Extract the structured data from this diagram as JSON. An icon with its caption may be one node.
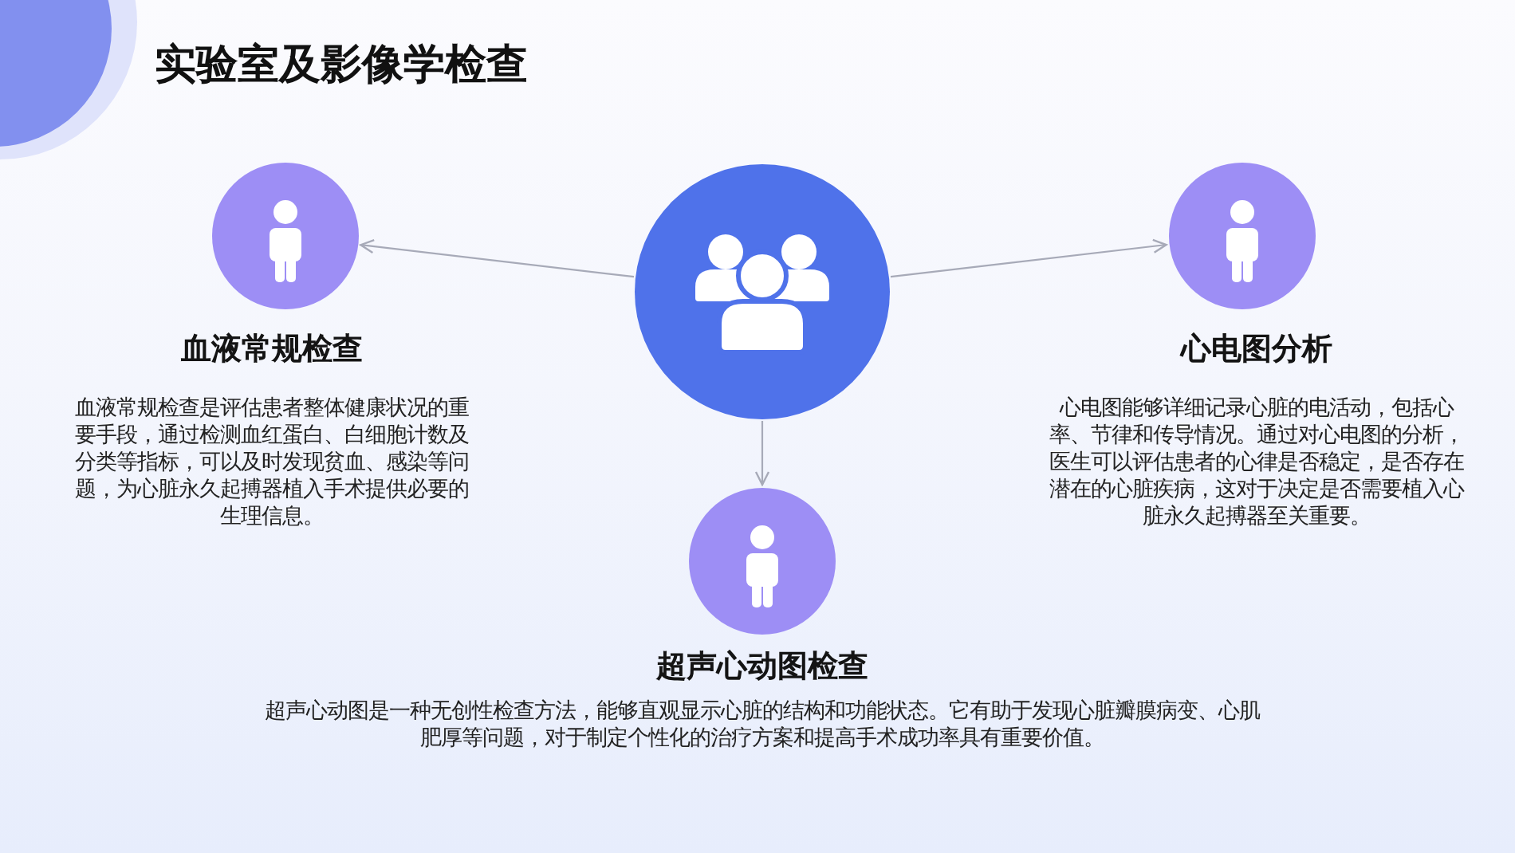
{
  "diagram": {
    "title": "实验室及影像学检查",
    "nodes": [
      {
        "text": [
          "血液常规检查",
          "血液常规检查是评估患者整体健康状况的重要手段，通过检测血红蛋白、白细胞计数及分类等指标，可以及时发现贫血、感染等问题，为心脏永久起搏器植入手术提供必要的生理信息。"
        ]
      },
      {
        "text": [],
        "shape": "circle"
      },
      {
        "text": [
          "心电图分析",
          "心电图能够详细记录心脏的电活动，包括心率、节律和传导情况。通过对心电图的分析，医生可以评估患者的心律是否稳定，是否存在潜在的心脏疾病，这对于决定是否需要植入心脏永久起搏器至关重要。"
        ]
      },
      {
        "text": [
          "超声心动图检查",
          "超声心动图是一种无创性检查方法，能够直观显示心脏的结构和功能状态。它有助于发现心脏瓣膜病变、心肌肥厚等问题，对于制定个性化的治疗方案和提高手术成功率具有重要价值。"
        ]
      }
    ],
    "edges": [
      {
        "from": 1,
        "to": 0,
        "arrow": "to"
      },
      {
        "from": 1,
        "to": 2,
        "arrow": "to"
      },
      {
        "from": 1,
        "to": 3,
        "arrow": "to"
      }
    ]
  }
}
